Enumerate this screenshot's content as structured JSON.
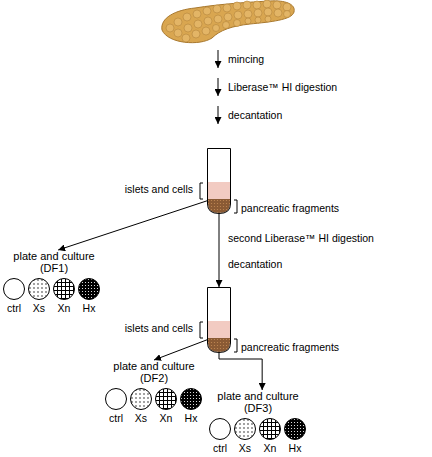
{
  "diagram": {
    "nodes": [
      {
        "text": [
          "islets and cells",
          "pancreatic fragments"
        ]
      },
      {
        "text": [
          "plate and culture (DF1)"
        ]
      },
      {
        "text": [
          "ctrl"
        ],
        "in": 1
      },
      {
        "text": [
          "Xs"
        ],
        "in": 1
      },
      {
        "text": [
          "Xn"
        ],
        "in": 1
      },
      {
        "text": [
          "Hx"
        ],
        "in": 1
      },
      {
        "text": [
          "islets and cells",
          "pancreatic fragments"
        ]
      },
      {
        "text": [
          "plate and culture (DF2)"
        ]
      },
      {
        "text": [
          "ctrl"
        ],
        "in": 7
      },
      {
        "text": [
          "Xs"
        ],
        "in": 7
      },
      {
        "text": [
          "Xn"
        ],
        "in": 7
      },
      {
        "text": [
          "Hx"
        ],
        "in": 7
      },
      {
        "text": [
          "plate and culture (DF3)"
        ]
      },
      {
        "text": [
          "ctrl"
        ],
        "in": 12
      },
      {
        "text": [
          "Xs"
        ],
        "in": 12
      },
      {
        "text": [
          "Xn"
        ],
        "in": 12
      },
      {
        "text": [
          "Hx"
        ],
        "in": 12
      }
    ],
    "edges": [
      {
        "from": 0,
        "to": 1,
        "arrow": "to"
      },
      {
        "from": 0,
        "to": 6,
        "arrow": "to"
      },
      {
        "from": 6,
        "to": 7,
        "arrow": "to"
      },
      {
        "from": 6,
        "to": 12,
        "arrow": "to"
      }
    ],
    "labels": [
      "mincing",
      "Liberase™ HI digestion",
      "decantation",
      "second Liberase™ HI digestion",
      "decantation"
    ]
  }
}
